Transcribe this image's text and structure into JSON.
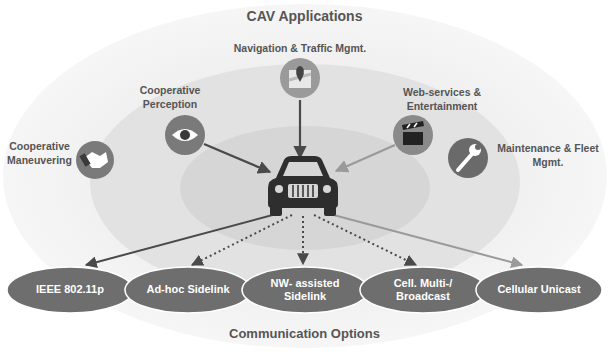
{
  "diagram": {
    "title": "CAV Applications",
    "nodes": [
      {
        "text": [
          "Cooperative Maneuvering"
        ]
      },
      {
        "text": [
          "Cooperative Perception"
        ]
      },
      {
        "text": [
          "Navigation & Traffic Mgmt."
        ]
      },
      {
        "text": [
          "Web-services & Entertainment"
        ]
      },
      {
        "text": [
          "Maintenance & Fleet Mgmt."
        ]
      },
      {
        "text": [
          "IEEE 802.11p"
        ]
      },
      {
        "text": [
          "Ad-hoc Sidelink"
        ]
      },
      {
        "text": [
          "NW- assisted Sidelink"
        ]
      },
      {
        "text": [
          "Cell. Multi-/ Broadcast"
        ]
      },
      {
        "text": [
          "Cellular Unicast"
        ]
      }
    ],
    "labels": [
      "Communication Options"
    ]
  }
}
